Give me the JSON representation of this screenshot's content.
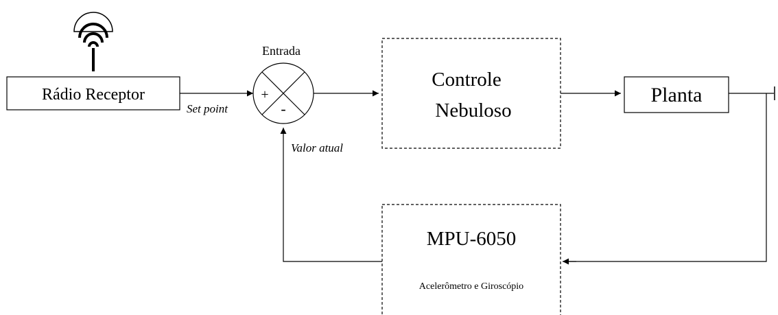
{
  "blocks": {
    "radio": "Rádio Receptor",
    "controller_line1": "Controle",
    "controller_line2": "Nebuloso",
    "plant": "Planta",
    "sensor_title": "MPU-6050",
    "sensor_subtitle": "Acelerômetro e Giroscópio"
  },
  "summing_junction": {
    "label": "Entrada",
    "plus_sign": "+",
    "minus_sign": "-"
  },
  "signals": {
    "setpoint": "Set point",
    "feedback": "Valor atual"
  },
  "icons": {
    "antenna": "radio-antenna-icon"
  }
}
